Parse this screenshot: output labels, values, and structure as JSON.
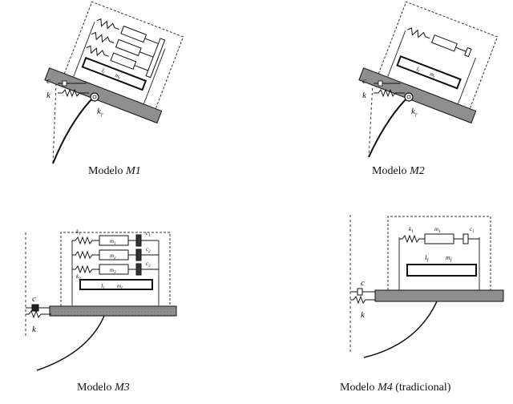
{
  "captions": {
    "m1": {
      "prefix": "Modelo ",
      "model": "M1",
      "suffix": ""
    },
    "m2": {
      "prefix": "Modelo ",
      "model": "M2",
      "suffix": ""
    },
    "m3": {
      "prefix": "Modelo ",
      "model": "M3",
      "suffix": ""
    },
    "m4": {
      "prefix": "Modelo ",
      "model": "M4",
      "suffix": " (tradicional)"
    }
  },
  "labels": {
    "c": "c",
    "k": "k",
    "kr": "k",
    "kr_sub": "r",
    "k1": "k",
    "k1_sub": "1",
    "k2": "k",
    "k2_sub": "2",
    "k3": "k",
    "k3_sub": "3",
    "m1": "m",
    "m1_sub": "1",
    "m2": "m",
    "m2_sub": "2",
    "m3": "m",
    "m3_sub": "3",
    "c1": "c",
    "c1_sub": "1",
    "c2": "c",
    "c2_sub": "2",
    "c3": "c",
    "c3_sub": "3",
    "If": "I",
    "If_sub": "f",
    "mf": "m",
    "mf_sub": "f"
  },
  "colors": {
    "base": "#8e8e8e",
    "line": "#111111",
    "dash": "#333333"
  }
}
